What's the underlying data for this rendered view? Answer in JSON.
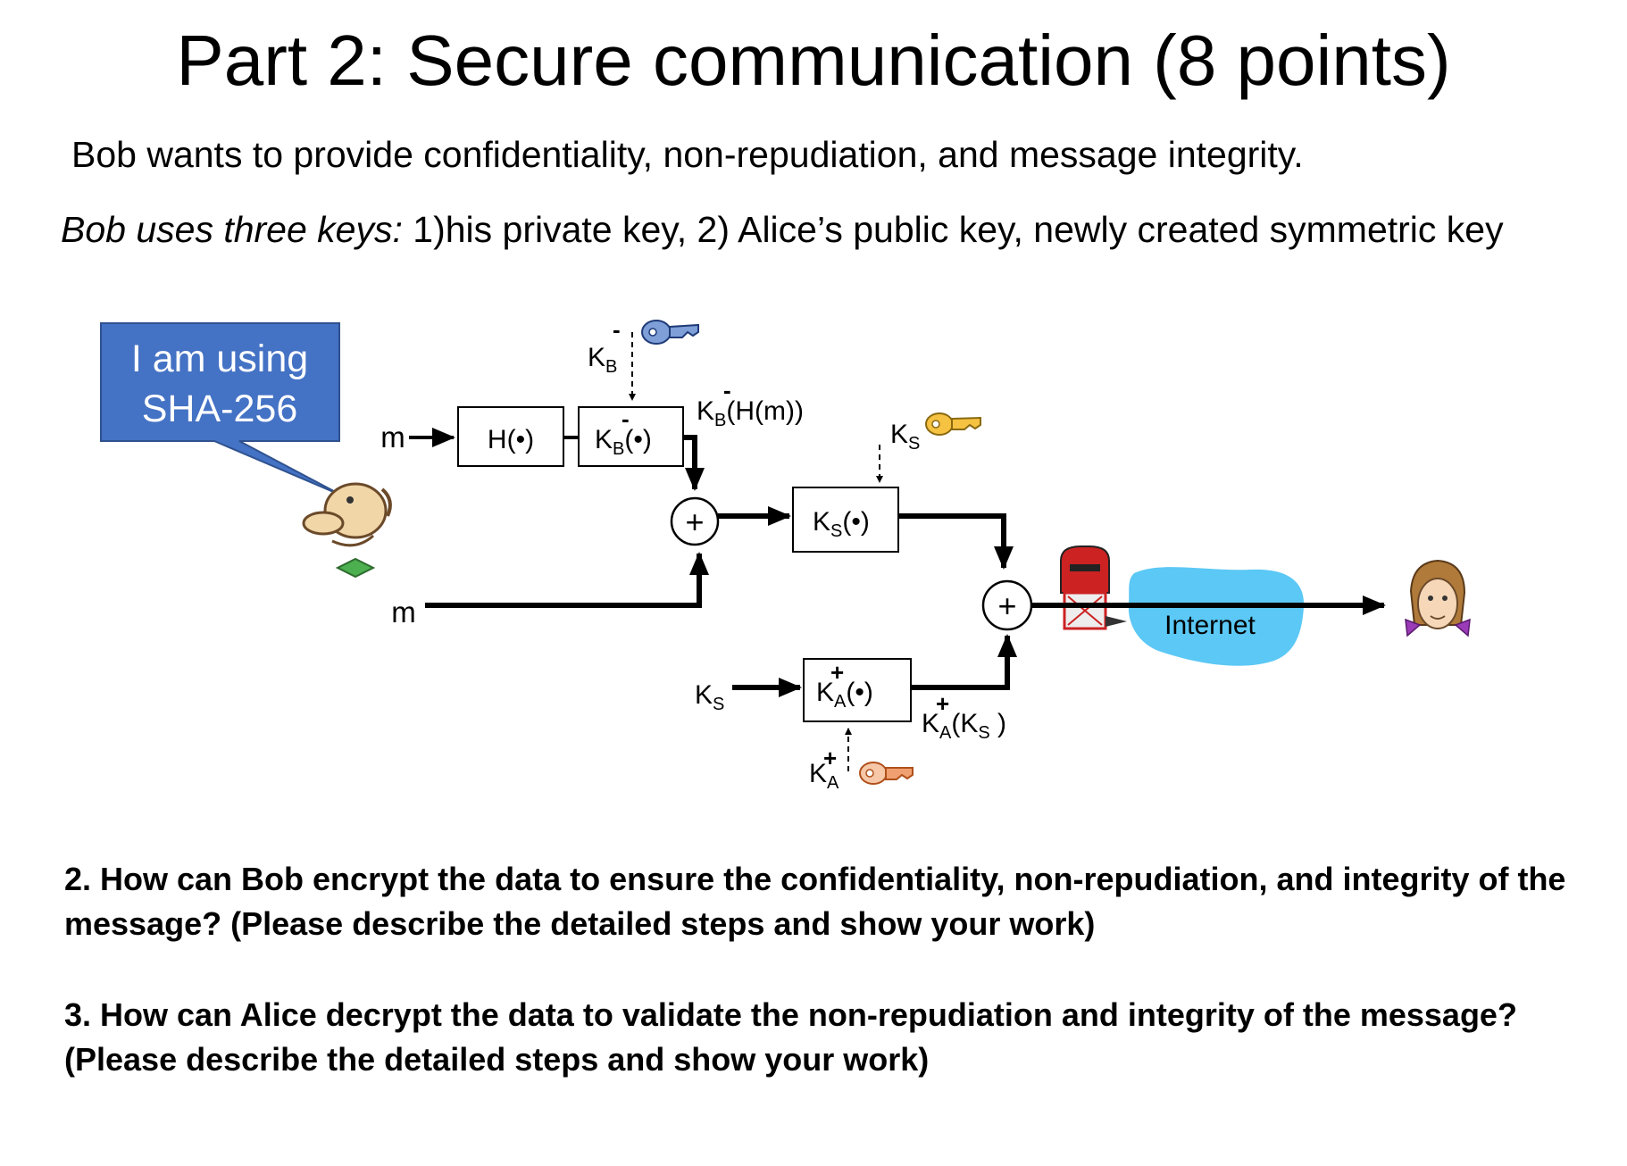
{
  "title": "Part 2: Secure communication (8 points)",
  "intro": {
    "line1": "Bob wants to provide confidentiality, non-repudiation, and message integrity.",
    "line2_italic": "Bob uses three keys:",
    "line2_rest": " 1)his private key, 2) Alice’s public key, newly created symmetric key"
  },
  "callout": {
    "line1": "I am using",
    "line2": "SHA-256",
    "fill": "#4472c4"
  },
  "diagram": {
    "m_top": "m",
    "m_bottom": "m",
    "hash_box": "H(•)",
    "sign_box": {
      "base": "K",
      "sub": "B",
      "sup": "-",
      "arg": "(•)"
    },
    "sign_key_label": {
      "base": "K",
      "sub": "B",
      "sup": "-"
    },
    "signed_label": {
      "base": "K",
      "sub": "B",
      "sup": "-",
      "arg": "(H(m))"
    },
    "plus": "+",
    "sym_box": {
      "base": "K",
      "sub": "S",
      "arg": "(•)"
    },
    "sym_key_label": {
      "base": "K",
      "sub": "S"
    },
    "ks_input_label": {
      "base": "K",
      "sub": "S"
    },
    "pub_box": {
      "base": "K",
      "sub": "A",
      "sup": "+",
      "arg": "(•)"
    },
    "pub_key_label": {
      "base": "K",
      "sub": "A",
      "sup": "+"
    },
    "enc_key_label": {
      "base": "K",
      "sub": "A",
      "sup": "+",
      "arg": "(K",
      "sub2": "S",
      "close": " )"
    },
    "internet": "Internet",
    "colors": {
      "cloud": "#5bc8f5",
      "key_private": "#7f9fd8",
      "key_symmetric": "#f5c242",
      "key_public": "#f0a070",
      "mailbox": "#cc2222"
    },
    "icons": [
      "bob-icon",
      "alice-icon",
      "mailbox-icon",
      "private-key-icon",
      "symmetric-key-icon",
      "public-key-icon"
    ]
  },
  "questions": {
    "q2_line1": "2.  How can Bob encrypt the data to ensure the confidentiality, non-repudiation, and integrity of the",
    "q2_line2": "message? (Please describe the detailed steps and show your work)",
    "q3_line1": "3. How can Alice decrypt the data to validate the non-repudiation and integrity of the message?",
    "q3_line2": "(Please describe the detailed steps and show your work)"
  }
}
